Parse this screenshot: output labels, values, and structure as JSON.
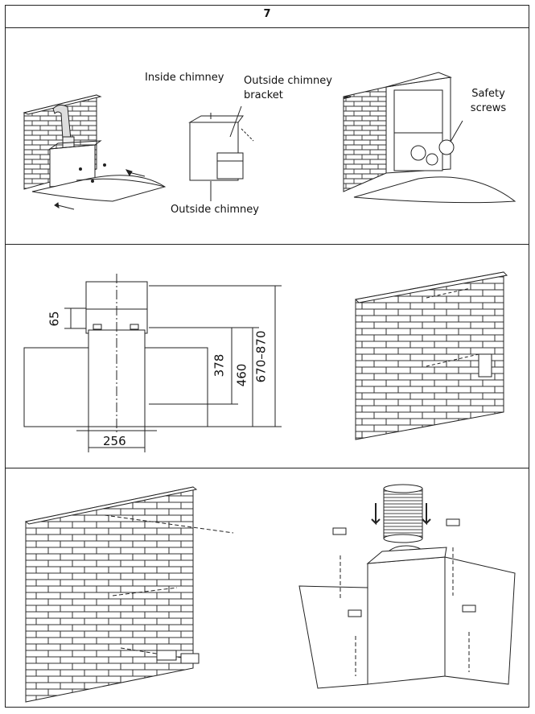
{
  "page_number": "7",
  "section1": {
    "inside_chimney": "Inside chimney",
    "outside_chimney_bracket_line1": "Outside chimney",
    "outside_chimney_bracket_line2": "bracket",
    "outside_chimney": "Outside chimney",
    "safety_screws_line1": "Safety",
    "safety_screws_line2": "screws"
  },
  "section2": {
    "dim_65": "65",
    "dim_378": "378",
    "dim_460": "460",
    "dim_670_870": "670–870",
    "dim_256": "256"
  }
}
